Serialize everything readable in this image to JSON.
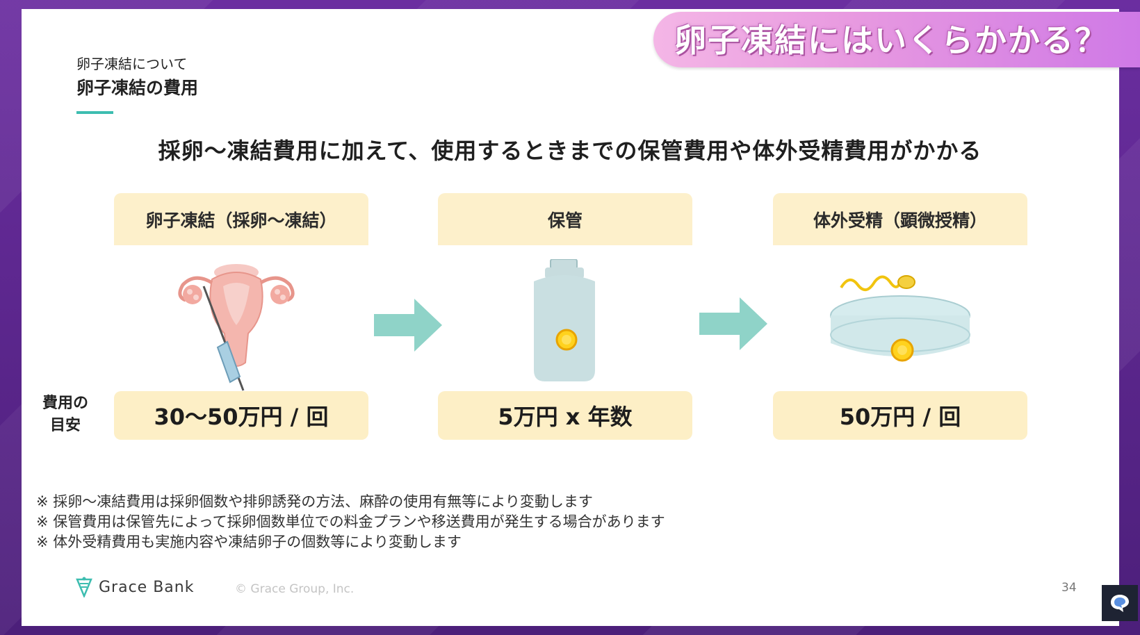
{
  "banner": {
    "title": "卵子凍結にはいくらかかる？"
  },
  "slide": {
    "section": "卵子凍結について",
    "title": "卵子凍結の費用",
    "headline": "採卵～凍結費用に加えて、使用するときまでの保管費用や体外受精費用がかかる",
    "cost_label_line1": "費用の",
    "cost_label_line2": "目安",
    "columns": [
      {
        "header": "卵子凍結（採卵～凍結）",
        "cost": "30～50万円 / 回"
      },
      {
        "header": "保管",
        "cost": "5万円 x 年数"
      },
      {
        "header": "体外受精（顕微授精）",
        "cost": "50万円 / 回"
      }
    ],
    "notes": [
      "※ 採卵～凍結費用は採卵個数や排卵誘発の方法、麻酔の使用有無等により変動します",
      "※ 保管費用は保管先によって採卵個数単位での料金プランや移送費用が発生する場合があります",
      "※ 体外受精費用も実施内容や凍結卵子の個数等により変動します"
    ],
    "logo_text": "Grace Bank",
    "copyright": "© Grace Group, Inc.",
    "page_number": "34"
  },
  "colors": {
    "accent_teal": "#3dbdb0",
    "box_cream": "#fdefc6",
    "banner_pink": "#e89ae0",
    "arrow_teal": "#8fd3c8"
  },
  "icons": [
    "uterus-illustration",
    "storage-tank-illustration",
    "petri-dish-illustration",
    "arrow-right-icon",
    "grace-bank-logo-icon",
    "chat-icon"
  ]
}
